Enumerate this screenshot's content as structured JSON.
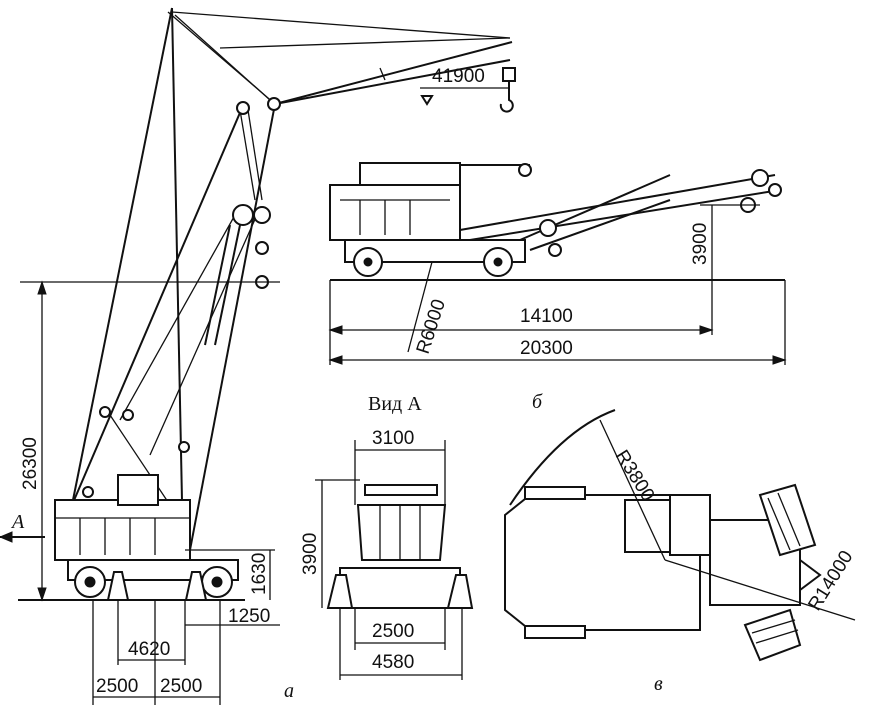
{
  "view_a": {
    "dims": {
      "height": "26300",
      "wheelbase": "4620",
      "rear_offset": "1250",
      "low_height": "1630",
      "left_half": "2500",
      "right_half": "2500"
    },
    "arrow_label": "A",
    "panel_label": "а"
  },
  "view_b": {
    "dims": {
      "hook_height": "41900",
      "hook_depth": "3900",
      "radius": "R6000",
      "boom_length": "14100",
      "total_length": "20300"
    },
    "panel_label": "б"
  },
  "view_vid_a": {
    "title": "Вид А",
    "dims": {
      "top_width": "3100",
      "height": "3900",
      "inner_width": "2500",
      "outer_width": "4580"
    }
  },
  "view_v": {
    "dims": {
      "tail_radius": "R3800",
      "turn_radius": "R14000"
    },
    "panel_label": "в"
  }
}
